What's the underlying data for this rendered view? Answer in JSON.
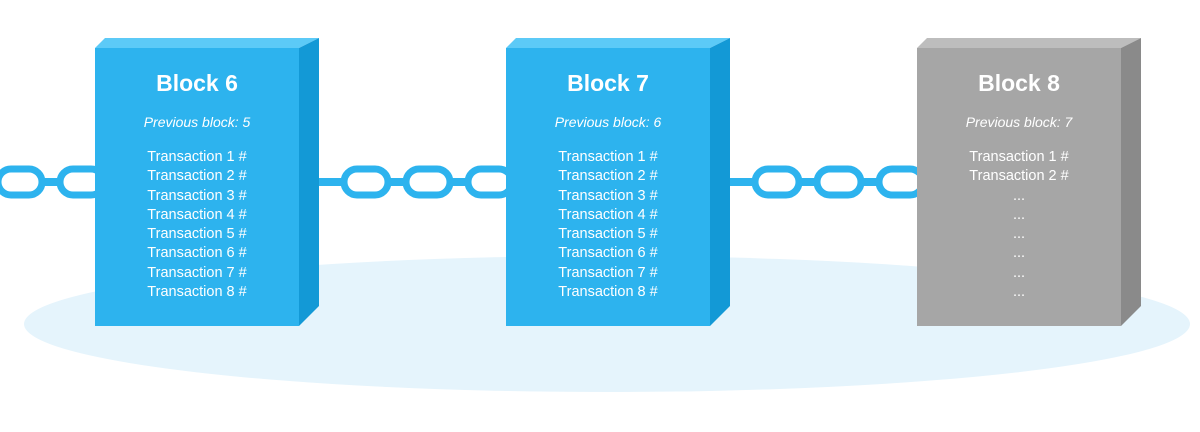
{
  "colors": {
    "block_active": "#2db3ee",
    "block_pending": "#a6a6a6",
    "chain": "#2db3ee",
    "shadow": "#e5f4fc"
  },
  "blocks": [
    {
      "title": "Block 6",
      "previous": "Previous block: 5",
      "state": "confirmed",
      "transactions": [
        "Transaction 1 #",
        "Transaction 2 #",
        "Transaction 3 #",
        "Transaction 4 #",
        "Transaction 5 #",
        "Transaction 6 #",
        "Transaction 7 #",
        "Transaction 8 #"
      ]
    },
    {
      "title": "Block 7",
      "previous": "Previous block: 6",
      "state": "confirmed",
      "transactions": [
        "Transaction 1 #",
        "Transaction 2 #",
        "Transaction 3 #",
        "Transaction 4 #",
        "Transaction 5 #",
        "Transaction 6 #",
        "Transaction 7 #",
        "Transaction 8 #"
      ]
    },
    {
      "title": "Block 8",
      "previous": "Previous block: 7",
      "state": "pending",
      "transactions": [
        "Transaction 1 #",
        "Transaction 2 #",
        "...",
        "...",
        "...",
        "...",
        "...",
        "..."
      ]
    }
  ]
}
